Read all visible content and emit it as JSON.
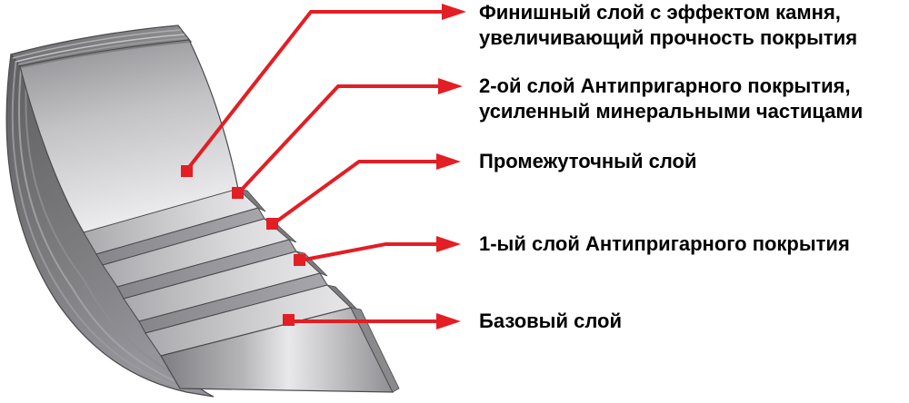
{
  "diagram": {
    "accent_color": "#e31e24",
    "annotations": [
      {
        "id": "finish-layer",
        "lines": [
          "Финишный слой с эффектом камня,",
          "увеличивающий прочность покрытия"
        ]
      },
      {
        "id": "second-nonstick-layer",
        "lines": [
          "2-ой слой Антипригарного покрытия,",
          "усиленный минеральными частицами"
        ]
      },
      {
        "id": "intermediate-layer",
        "lines": [
          "Промежуточный слой"
        ]
      },
      {
        "id": "first-nonstick-layer",
        "lines": [
          "1-ый слой Антипригарного покрытия"
        ]
      },
      {
        "id": "base-layer",
        "lines": [
          "Базовый слой"
        ]
      }
    ]
  }
}
